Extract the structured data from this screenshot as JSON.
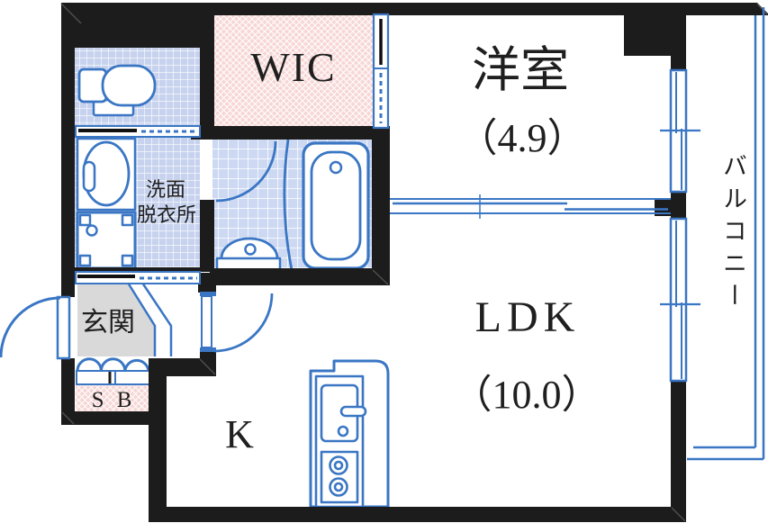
{
  "title": "apartment-floor-plan",
  "rooms": {
    "wic": {
      "label": "WIC"
    },
    "western": {
      "label": "洋室",
      "size": "（4.9）"
    },
    "ldk": {
      "label": "LDK",
      "size": "（10.0）"
    },
    "kitchen": {
      "label": "K"
    },
    "balcony": {
      "label": "バルコニー"
    },
    "entrance": {
      "label": "玄関"
    },
    "shoebox": {
      "label": "S B"
    },
    "washroom": {
      "line1": "洗面",
      "line2": "脱衣所"
    }
  },
  "colors": {
    "wall": "#1c1c1c",
    "fixture_blue": "#3a76c4",
    "tile_blue": "#c7d3ee",
    "bath_tile_blue": "#cdd9f2",
    "closet_pink": "#f7d6d5",
    "entrance_gray": "#d9d9d9"
  }
}
